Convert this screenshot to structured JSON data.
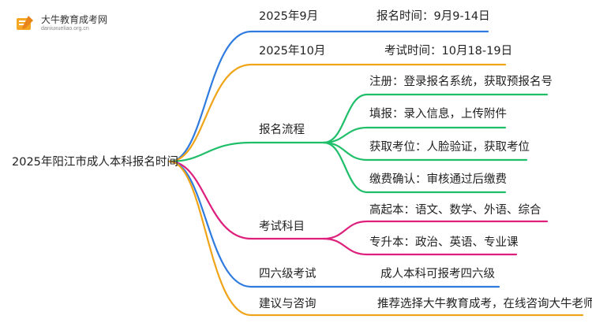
{
  "logo": {
    "name": "大牛教育成考网",
    "url": "daniuxueliao.org.cn",
    "icon": "book-pencil-icon"
  },
  "root": "2025年阳江市成人本科报名时间",
  "colors": {
    "blue": "#2f7be0",
    "orange": "#f0a418",
    "green": "#1fbf6a",
    "magenta": "#de1f7c"
  },
  "branches": [
    {
      "label": "2025年9月",
      "color": "blue",
      "children": [
        "报名时间：9月9-14日"
      ]
    },
    {
      "label": "2025年10月",
      "color": "orange",
      "children": [
        "考试时间：10月18-19日"
      ]
    },
    {
      "label": "报名流程",
      "color": "green",
      "children": [
        "注册：登录报名系统，获取预报名号",
        "填报：录入信息，上传附件",
        "获取考位：人脸验证，获取考位",
        "缴费确认：审核通过后缴费"
      ]
    },
    {
      "label": "考试科目",
      "color": "magenta",
      "children": [
        "高起本：语文、数学、外语、综合",
        "专升本：政治、英语、专业课"
      ]
    },
    {
      "label": "四六级考试",
      "color": "blue",
      "children": [
        "成人本科可报考四六级"
      ]
    },
    {
      "label": "建议与咨询",
      "color": "orange",
      "children": [
        "推荐选择大牛教育成考，在线咨询大牛老师"
      ]
    }
  ]
}
